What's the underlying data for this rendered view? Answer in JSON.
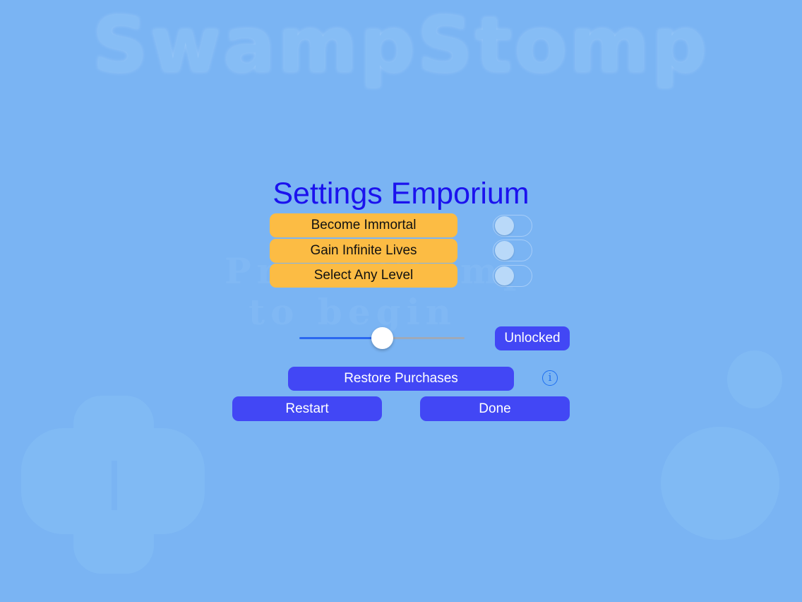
{
  "background": {
    "game_title": "SwampStomp",
    "prompt_line1": "Press Stomp",
    "prompt_line2": "to begin"
  },
  "settings": {
    "title": "Settings Emporium",
    "options": [
      {
        "label": "Become Immortal",
        "enabled": false
      },
      {
        "label": "Gain Infinite Lives",
        "enabled": false
      },
      {
        "label": "Select Any Level",
        "enabled": false
      }
    ],
    "level_slider_value": 0.5,
    "unlocked_label": "Unlocked",
    "restore_label": "Restore Purchases",
    "restart_label": "Restart",
    "done_label": "Done"
  },
  "colors": {
    "background": "#7ab4f3",
    "title": "#1b12ee",
    "option_button": "#fcbc44",
    "action_button": "#4247f5",
    "slider_fill": "#2b68f0"
  }
}
